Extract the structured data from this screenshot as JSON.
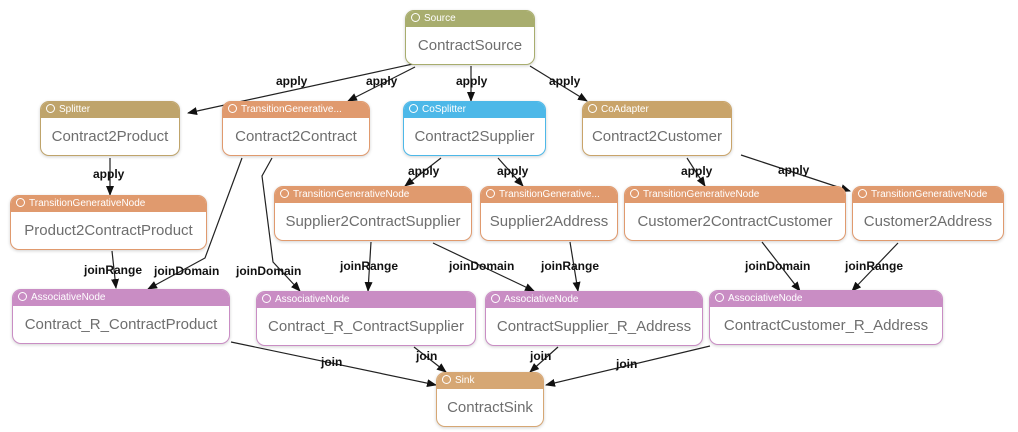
{
  "colors": {
    "source": "#a8ad6e",
    "splitter": "#bfa46b",
    "transition": "#e09a6e",
    "cosplitter": "#4db8e8",
    "coadapter": "#c9a46a",
    "associative": "#c98dc4",
    "sink": "#d6a774"
  },
  "nodes": [
    {
      "id": "ContractSource",
      "type": "Source",
      "label": "ContractSource",
      "kind": "source"
    },
    {
      "id": "Contract2Product",
      "type": "Splitter",
      "label": "Contract2Product",
      "kind": "splitter"
    },
    {
      "id": "Contract2Contract",
      "type": "TransitionGenerative...",
      "label": "Contract2Contract",
      "kind": "transition"
    },
    {
      "id": "Contract2Supplier",
      "type": "CoSplitter",
      "label": "Contract2Supplier",
      "kind": "cosplitter"
    },
    {
      "id": "Contract2Customer",
      "type": "CoAdapter",
      "label": "Contract2Customer",
      "kind": "coadapter"
    },
    {
      "id": "Product2ContractProduct",
      "type": "TransitionGenerativeNode",
      "label": "Product2ContractProduct",
      "kind": "transition"
    },
    {
      "id": "Supplier2ContractSupplier",
      "type": "TransitionGenerativeNode",
      "label": "Supplier2ContractSupplier",
      "kind": "transition"
    },
    {
      "id": "Supplier2Address",
      "type": "TransitionGenerative...",
      "label": "Supplier2Address",
      "kind": "transition"
    },
    {
      "id": "Customer2ContractCustomer",
      "type": "TransitionGenerativeNode",
      "label": "Customer2ContractCustomer",
      "kind": "transition"
    },
    {
      "id": "Customer2Address",
      "type": "TransitionGenerativeNode",
      "label": "Customer2Address",
      "kind": "transition"
    },
    {
      "id": "Contract_R_ContractProduct",
      "type": "AssociativeNode",
      "label": "Contract_R_ContractProduct",
      "kind": "associative"
    },
    {
      "id": "Contract_R_ContractSupplier",
      "type": "AssociativeNode",
      "label": "Contract_R_ContractSupplier",
      "kind": "associative"
    },
    {
      "id": "ContractSupplier_R_Address",
      "type": "AssociativeNode",
      "label": "ContractSupplier_R_Address",
      "kind": "associative"
    },
    {
      "id": "ContractCustomer_R_Address",
      "type": "AssociativeNode",
      "label": "ContractCustomer_R_Address",
      "kind": "associative"
    },
    {
      "id": "ContractSink",
      "type": "Sink",
      "label": "ContractSink",
      "kind": "sink"
    }
  ],
  "edges": [
    {
      "from": "ContractSource",
      "to": "Contract2Product",
      "label": "apply"
    },
    {
      "from": "ContractSource",
      "to": "Contract2Contract",
      "label": "apply"
    },
    {
      "from": "ContractSource",
      "to": "Contract2Supplier",
      "label": "apply"
    },
    {
      "from": "ContractSource",
      "to": "Contract2Customer",
      "label": "apply"
    },
    {
      "from": "Contract2Product",
      "to": "Product2ContractProduct",
      "label": "apply"
    },
    {
      "from": "Contract2Supplier",
      "to": "Supplier2ContractSupplier",
      "label": "apply"
    },
    {
      "from": "Contract2Supplier",
      "to": "Supplier2Address",
      "label": "apply"
    },
    {
      "from": "Contract2Customer",
      "to": "Customer2ContractCustomer",
      "label": "apply"
    },
    {
      "from": "Contract2Customer",
      "to": "Customer2Address",
      "label": "apply"
    },
    {
      "from": "Product2ContractProduct",
      "to": "Contract_R_ContractProduct",
      "label": "joinRange"
    },
    {
      "from": "Contract2Contract",
      "to": "Contract_R_ContractProduct",
      "label": "joinDomain"
    },
    {
      "from": "Contract2Contract",
      "to": "Contract_R_ContractSupplier",
      "label": "joinDomain"
    },
    {
      "from": "Supplier2ContractSupplier",
      "to": "Contract_R_ContractSupplier",
      "label": "joinRange"
    },
    {
      "from": "Supplier2ContractSupplier",
      "to": "ContractSupplier_R_Address",
      "label": "joinDomain"
    },
    {
      "from": "Supplier2Address",
      "to": "ContractSupplier_R_Address",
      "label": "joinRange"
    },
    {
      "from": "Customer2ContractCustomer",
      "to": "ContractCustomer_R_Address",
      "label": "joinDomain"
    },
    {
      "from": "Customer2Address",
      "to": "ContractCustomer_R_Address",
      "label": "joinRange"
    },
    {
      "from": "Contract_R_ContractProduct",
      "to": "ContractSink",
      "label": "join"
    },
    {
      "from": "Contract_R_ContractSupplier",
      "to": "ContractSink",
      "label": "join"
    },
    {
      "from": "ContractSupplier_R_Address",
      "to": "ContractSink",
      "label": "join"
    },
    {
      "from": "ContractCustomer_R_Address",
      "to": "ContractSink",
      "label": "join"
    }
  ]
}
